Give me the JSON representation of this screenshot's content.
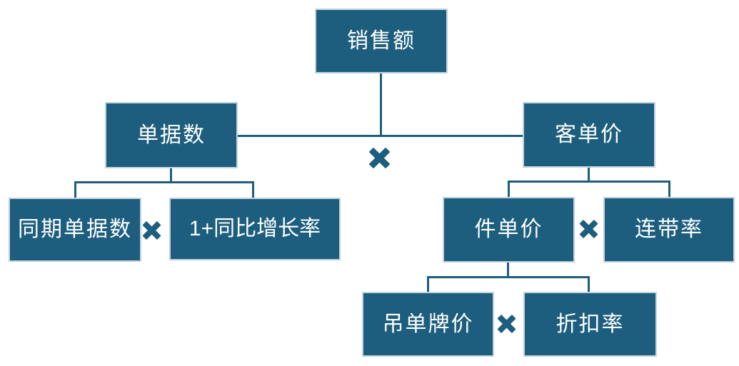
{
  "diagram": {
    "colors": {
      "background": "#ffffff",
      "box_fill": "#1d5e7e",
      "box_border": "#c2d3df",
      "box_text": "#ffffff",
      "connector": "#1d5e7e",
      "operator": "#1d5e7e"
    },
    "nodes": [
      {
        "id": "sales",
        "label": "销售额"
      },
      {
        "id": "order-count",
        "label": "单据数"
      },
      {
        "id": "avg-transaction-value",
        "label": "客单价"
      },
      {
        "id": "prior-period-order-count",
        "label": "同期单据数"
      },
      {
        "id": "one-plus-yoy-growth-rate",
        "label": "1+同比增长率"
      },
      {
        "id": "unit-price",
        "label": "件单价"
      },
      {
        "id": "attach-rate",
        "label": "连带率"
      },
      {
        "id": "tag-price",
        "label": "吊单牌价"
      },
      {
        "id": "discount-rate",
        "label": "折扣率"
      }
    ],
    "operators": [
      {
        "id": "times-top",
        "symbol": "✖"
      },
      {
        "id": "times-left-branch",
        "symbol": "✖"
      },
      {
        "id": "times-right-branch",
        "symbol": "✖"
      },
      {
        "id": "times-bottom-branch",
        "symbol": "✖"
      }
    ]
  }
}
